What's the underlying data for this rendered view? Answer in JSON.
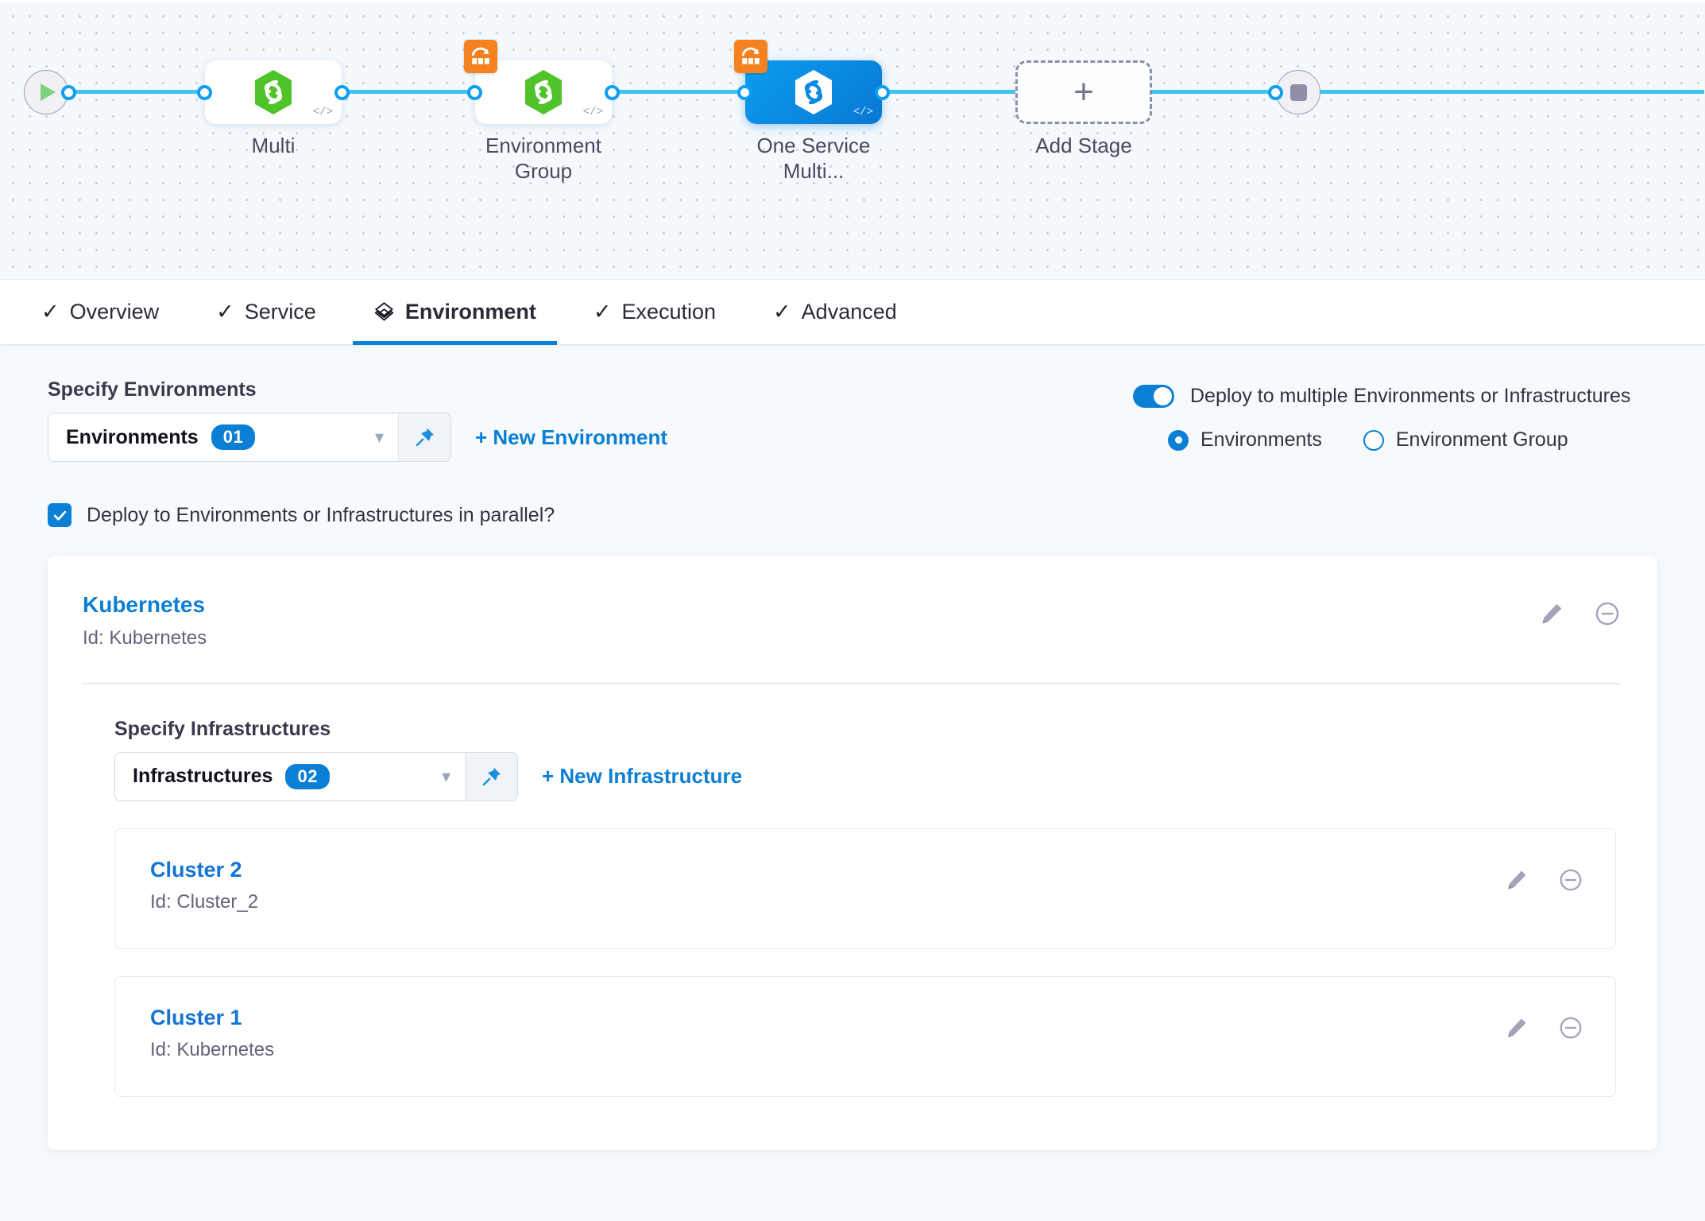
{
  "pipeline": {
    "start_node": "start-node",
    "end_node": "end-node",
    "stages": [
      {
        "label": "Multi",
        "selected": false,
        "matrix": false,
        "code_tag": "</>"
      },
      {
        "label": "Environment Group",
        "selected": false,
        "matrix": true,
        "code_tag": "</>"
      },
      {
        "label": "One Service Multi...",
        "selected": true,
        "matrix": true,
        "code_tag": "</>"
      }
    ],
    "add_stage": {
      "label": "Add Stage",
      "glyph": "+"
    }
  },
  "tabs": [
    {
      "label": "Overview",
      "icon": "check-icon",
      "active": false
    },
    {
      "label": "Service",
      "icon": "check-icon",
      "active": false
    },
    {
      "label": "Environment",
      "icon": "layers-icon",
      "active": true
    },
    {
      "label": "Execution",
      "icon": "check-icon",
      "active": false
    },
    {
      "label": "Advanced",
      "icon": "check-icon",
      "active": false
    }
  ],
  "environments": {
    "label": "Specify Environments",
    "select_value": "Environments",
    "count": "01",
    "new_link": "+ New Environment",
    "pin_icon": "pin-icon",
    "chevron_icon": "chevron-down-icon"
  },
  "deploy_options": {
    "toggle_label": "Deploy to multiple Environments or Infrastructures",
    "toggle_on": true,
    "radios": [
      {
        "label": "Environments",
        "selected": true
      },
      {
        "label": "Environment Group",
        "selected": false
      }
    ],
    "parallel_label": "Deploy to Environments or Infrastructures in parallel?",
    "parallel_checked": true
  },
  "environment_card": {
    "title": "Kubernetes",
    "id_text": "Id: Kubernetes",
    "edit_icon": "pencil-icon",
    "remove_icon": "minus-circle-icon"
  },
  "infrastructures": {
    "label": "Specify Infrastructures",
    "select_value": "Infrastructures",
    "count": "02",
    "new_link": "+ New Infrastructure",
    "items": [
      {
        "title": "Cluster 2",
        "id_text": "Id: Cluster_2"
      },
      {
        "title": "Cluster 1",
        "id_text": "Id: Kubernetes"
      }
    ]
  },
  "colors": {
    "accent": "#0b7fd4",
    "rail": "#43c3f0",
    "matrix": "#f58220",
    "service_green": "#4fc42a",
    "canvas_bg": "#f3f9fd"
  }
}
